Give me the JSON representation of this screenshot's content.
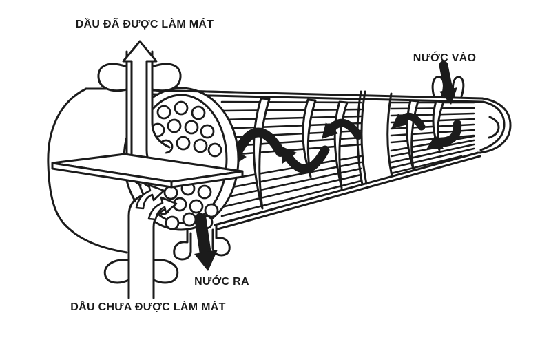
{
  "colors": {
    "background": "#ffffff",
    "ink": "#1b1b1b"
  },
  "diagram": {
    "labels": {
      "oil_cooled": "DẦU ĐÃ ĐƯỢC LÀM MÁT",
      "water_in": "NƯỚC VÀO",
      "water_out": "NƯỚC RA",
      "oil_uncooled": "DẦU CHƯA ĐƯỢC LÀM MÁT"
    }
  }
}
